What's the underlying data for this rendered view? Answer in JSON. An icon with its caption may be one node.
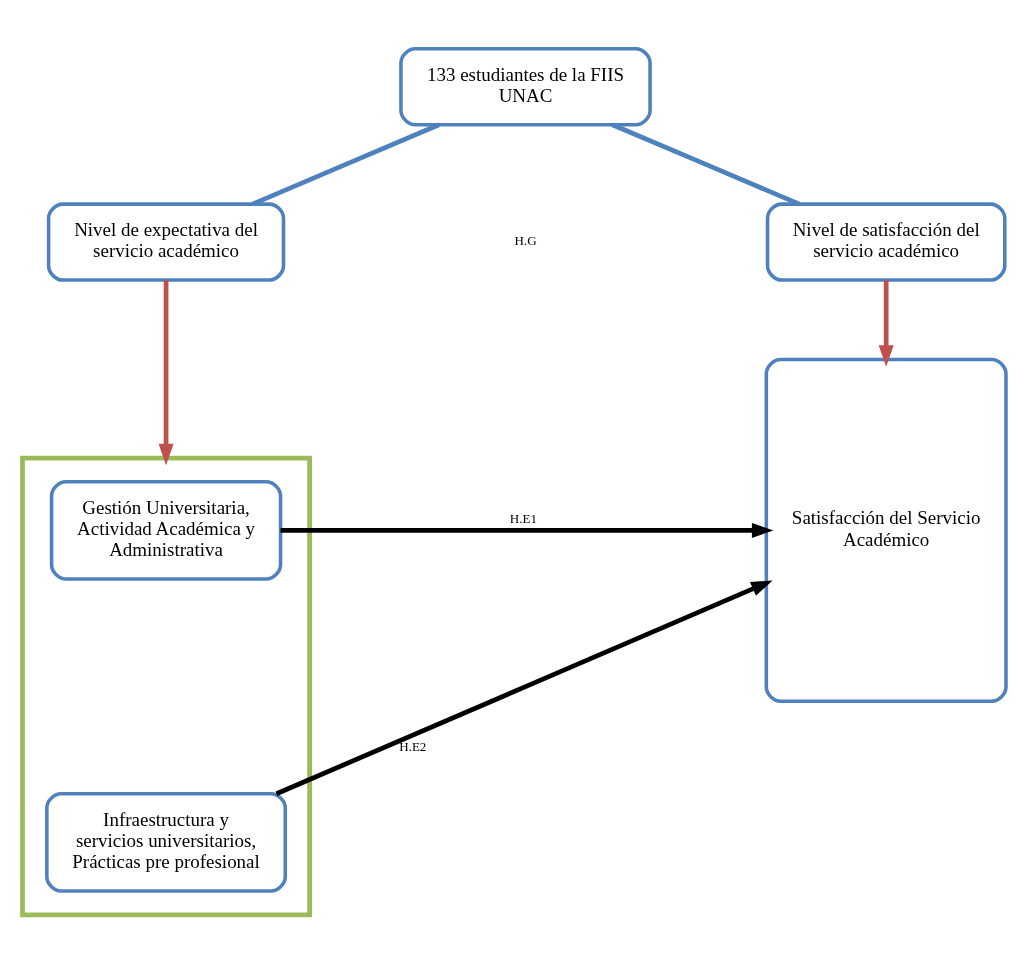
{
  "diagram": {
    "nodes": [
      {
        "text": [
          "133 estudiantes de la FIIS UNAC"
        ]
      },
      {
        "text": [
          "Nivel de expectativa del servicio académico"
        ]
      },
      {
        "text": [
          "Nivel de satisfacción del servicio académico"
        ]
      },
      {
        "text": [],
        "shape": "box"
      },
      {
        "text": [
          "Gestión Universitaria, Actividad Académica y Administrativa"
        ],
        "in": 3
      },
      {
        "text": [
          "Infraestructura y servicios universitarios, Prácticas pre profesional"
        ],
        "in": 3
      },
      {
        "text": [
          "Satisfacción del Servicio Académico"
        ]
      }
    ],
    "edges": [
      {
        "from": 0,
        "to": 1,
        "arrow": "none",
        "color": "#4f81bd"
      },
      {
        "from": 0,
        "to": 2,
        "arrow": "none",
        "color": "#4f81bd"
      },
      {
        "from": 1,
        "to": 3,
        "arrow": "to",
        "color": "#c0504d"
      },
      {
        "from": 2,
        "to": 6,
        "arrow": "to",
        "color": "#c0504d"
      },
      {
        "from": 4,
        "to": 6,
        "arrow": "to",
        "color": "#000000",
        "label": "H.E1"
      },
      {
        "from": 5,
        "to": 6,
        "arrow": "to",
        "color": "#000000",
        "label": "H.E2"
      }
    ],
    "labels": [
      "H.G"
    ]
  }
}
